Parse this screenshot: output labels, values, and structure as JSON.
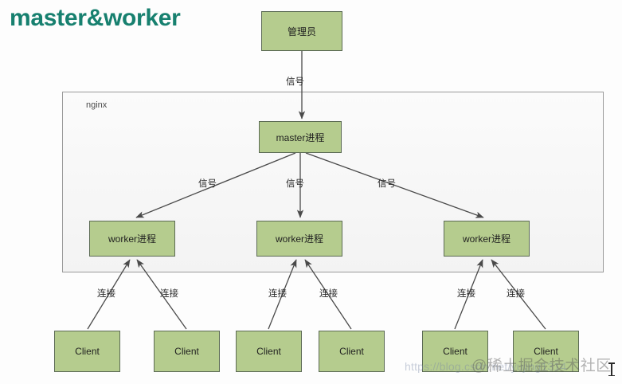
{
  "title": "master&worker",
  "container": {
    "label": "nginx"
  },
  "nodes": {
    "admin": "管理员",
    "master": "master进程",
    "workers": [
      {
        "label": "worker进程"
      },
      {
        "label": "worker进程"
      },
      {
        "label": "worker进程"
      }
    ],
    "clients": [
      {
        "label": "Client"
      },
      {
        "label": "Client"
      },
      {
        "label": "Client"
      },
      {
        "label": "Client"
      },
      {
        "label": "Client"
      },
      {
        "label": "Client"
      }
    ]
  },
  "edges": {
    "admin_to_master": "信号",
    "master_to_workers": [
      "信号",
      "信号",
      "信号"
    ],
    "clients_to_workers": [
      "连接",
      "连接",
      "连接",
      "连接",
      "连接",
      "连接"
    ]
  },
  "watermark": {
    "url": "https://blog.csdn.net/yujing1314",
    "brand": "@稀土掘金技术社区"
  },
  "colors": {
    "title": "#17806f",
    "node_fill": "#b5cc8e",
    "node_border": "#5c6b55",
    "container_fill": "#f6f6f6",
    "container_border": "#9a9a9a",
    "edge_stroke": "#4a4a4a"
  }
}
